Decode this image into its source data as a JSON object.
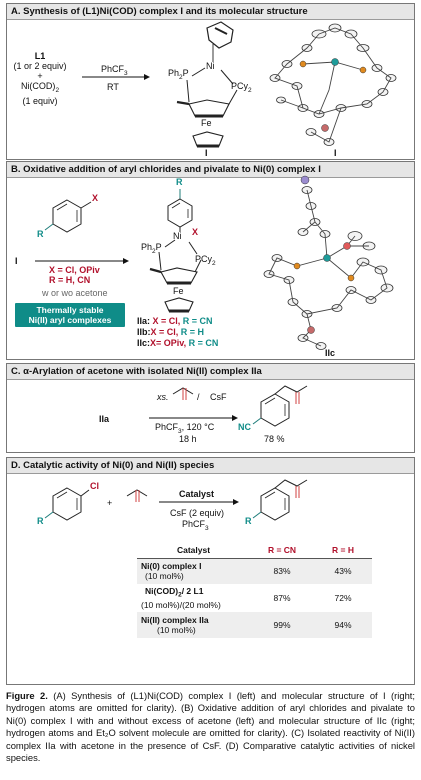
{
  "panelA": {
    "heading": "A. Synthesis of (L1)Ni(COD) complex I and its molecular structure",
    "reactant_line1": "L1",
    "reactant_line2": "(1 or 2 equiv)",
    "reactant_plus": "+",
    "reactant_line3": "Ni(COD)",
    "reactant_sub": "2",
    "reactant_line4": "(1 equiv)",
    "solvent": "PhCF",
    "solvent_sub": "3",
    "condition": "RT",
    "ph2p": "Ph",
    "ph2p_sub": "2",
    "ph2p_tail": "P",
    "ni": "Ni",
    "pcy": "PCy",
    "pcy_sub": "2",
    "fe": "Fe",
    "label_left": "I",
    "label_right": "I"
  },
  "panelB": {
    "heading": "B. Oxidative addition of aryl chlorides and pivalate to Ni(0) complex I",
    "start_label": "I",
    "aryl_r": "R",
    "aryl_x": "X",
    "cond_x": "X = Cl, OPiv",
    "cond_r": "R = H, CN",
    "cond_acetone": "w or wo acetone",
    "badge_line1": "Thermally stable",
    "badge_line2": "Ni(II) aryl complexes",
    "prod_r": "R",
    "ph2p": "Ph",
    "ph2p_sub": "2",
    "ph2p_tail": "P",
    "ni": "Ni",
    "x": "X",
    "pcy": "PCy",
    "pcy_sub": "2",
    "fe": "Fe",
    "products": [
      {
        "id": "IIa:",
        "x": " X = Cl,",
        "r": " R = CN"
      },
      {
        "id": "IIb:",
        "x": "X = Cl,",
        "r": " R = H"
      },
      {
        "id": "IIc:",
        "x": "X= OPiv,",
        "r": " R = CN"
      }
    ],
    "structure_label": "IIc"
  },
  "panelC": {
    "heading": "C. α-Arylation of acetone with isolated Ni(II) complex IIa",
    "start_label": "IIa",
    "reagent_xs": "xs.",
    "reagent_slash": "/",
    "reagent_csf": "CsF",
    "cond_solvent": "PhCF",
    "cond_sub": "3",
    "cond_temp": ", 120 °C",
    "cond_time": "18 h",
    "nc": "NC",
    "yield": "78 %"
  },
  "panelD": {
    "heading": "D. Catalytic activity of Ni(0) and Ni(II) species",
    "aryl_r": "R",
    "aryl_cl": "Cl",
    "plus": "+",
    "catalyst_label": "Catalyst",
    "cond_csf": "CsF (2 equiv)",
    "cond_solvent": "PhCF",
    "cond_sub": "3",
    "prod_r": "R",
    "table": {
      "headers": [
        "Catalyst",
        "R = CN",
        "R = H"
      ],
      "rows": [
        {
          "main": "Ni(0) complex I",
          "sub": "(10 mol%)",
          "cn": "83%",
          "h": "43%"
        },
        {
          "main": "Ni(COD)",
          "main_sub": "2",
          "main_tail": "/ 2 L1",
          "sub": "(10 mol%)/(20 mol%)",
          "cn": "87%",
          "h": "72%"
        },
        {
          "main": "Ni(II) complex IIa",
          "sub": "(10 mol%)",
          "cn": "99%",
          "h": "94%"
        }
      ]
    }
  },
  "caption": {
    "label": "Figure 2.",
    "text": " (A) Synthesis of (L1)Ni(COD) complex I (left) and molecular structure of I (right; hydrogen atoms are omitted for clarity). (B) Oxidative addition of aryl chlorides and pivalate to Ni(0) complex I with and without excess of acetone (left) and molecular structure of IIc (right; hydrogen atoms and Et₂O solvent molecule are omitted for clarity). (C) Isolated reactivity of Ni(II) complex IIa with acetone in the presence of CsF. (D) Comparative catalytic activities of nickel species."
  }
}
